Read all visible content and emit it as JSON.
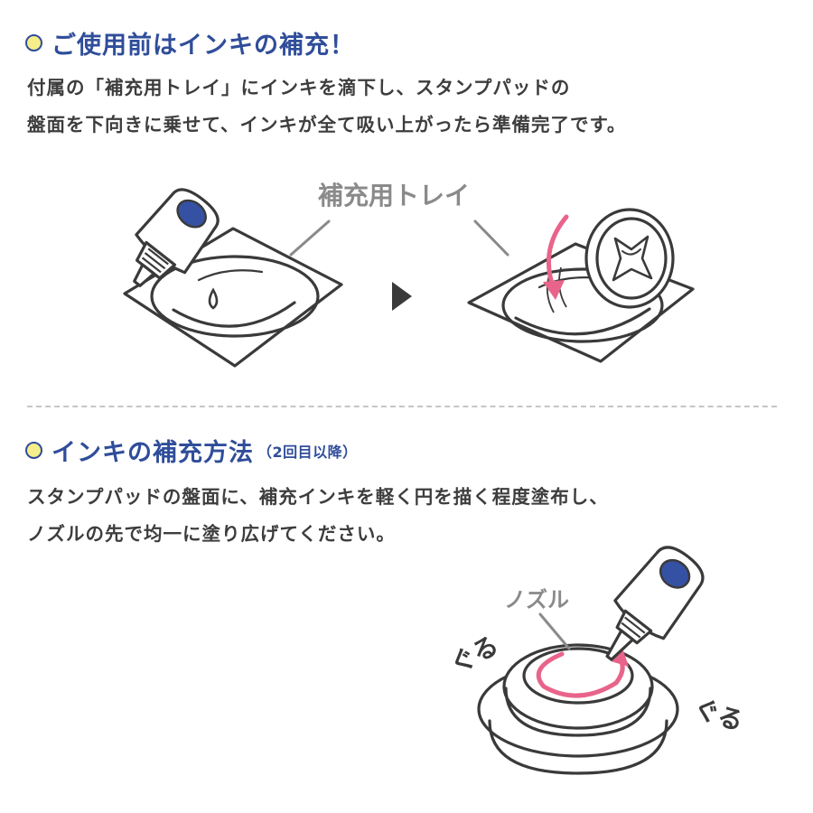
{
  "section1": {
    "title": "ご使用前はインキの補充！",
    "lines": [
      "付属の「補充用トレイ」にインキを滴下し、スタンプパッドの",
      "盤面を下向きに乗せて、インキが全て吸い上がったら準備完了です。"
    ],
    "tray_label": "補充用トレイ"
  },
  "section2": {
    "title": "インキの補充方法",
    "subtitle": "（2回目以降）",
    "lines": [
      "スタンプパッドの盤面に、補充インキを軽く円を描く程度塗布し、",
      "ノズルの先で均一に塗り広げてください。"
    ],
    "nozzle_label": "ノズル",
    "guru_left": "ぐる",
    "guru_right": "ぐる"
  },
  "colors": {
    "heading": "#2f4d9a",
    "dot_fill": "#f5ee8a",
    "ink_blue": "#3451a3",
    "arrow_pink": "#e8648a",
    "line_gray": "#8a8a8a",
    "stroke": "#3a3a3a"
  },
  "icons": {
    "step_arrow": "triangle-right-icon"
  }
}
